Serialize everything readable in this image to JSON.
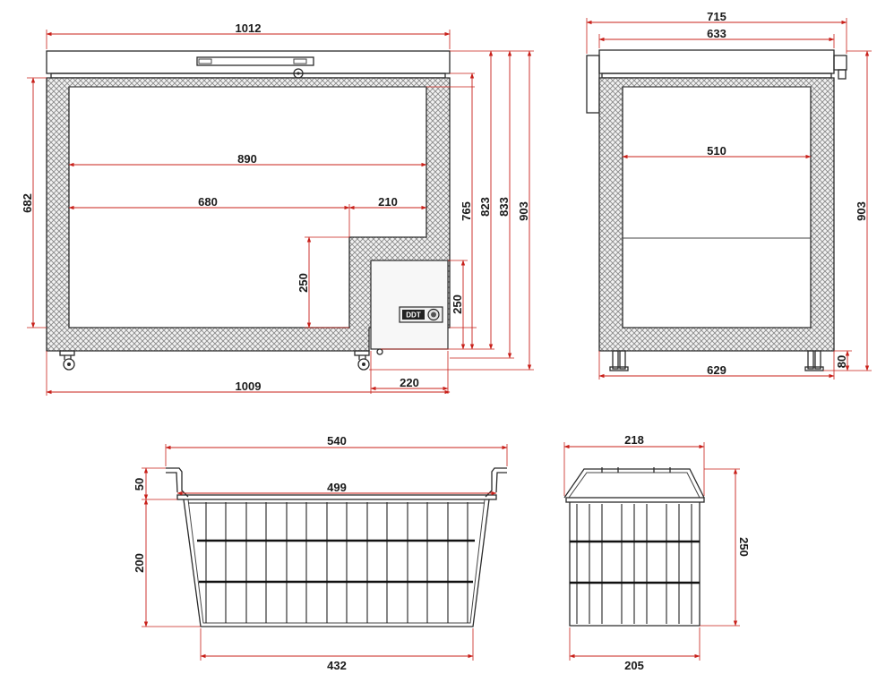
{
  "colors": {
    "dimension_line": "#c8201a",
    "outline": "#2b2b2b",
    "insulation": "#9a9a9a",
    "text": "#1a1a1a"
  },
  "freezer_front": {
    "overall_width_top": "1012",
    "inner_width": "890",
    "storage_width": "680",
    "compressor_step_width": "210",
    "compressor_step_height": "250",
    "compressor_box_height": "250",
    "compressor_box_width": "220",
    "base_width": "1009",
    "inner_height": "682",
    "height_765": "765",
    "height_823": "823",
    "height_833": "833",
    "overall_height": "903",
    "control_panel_label": "DDT"
  },
  "freezer_side": {
    "overall_depth": "715",
    "lid_depth": "633",
    "inner_depth": "510",
    "base_depth": "629",
    "overall_height": "903",
    "leg_height": "80"
  },
  "basket_long": {
    "handle_span": "540",
    "top_width": "499",
    "bottom_width": "432",
    "handle_height": "50",
    "body_height": "200"
  },
  "basket_short": {
    "top_width": "218",
    "bottom_width": "205",
    "overall_height": "250"
  }
}
